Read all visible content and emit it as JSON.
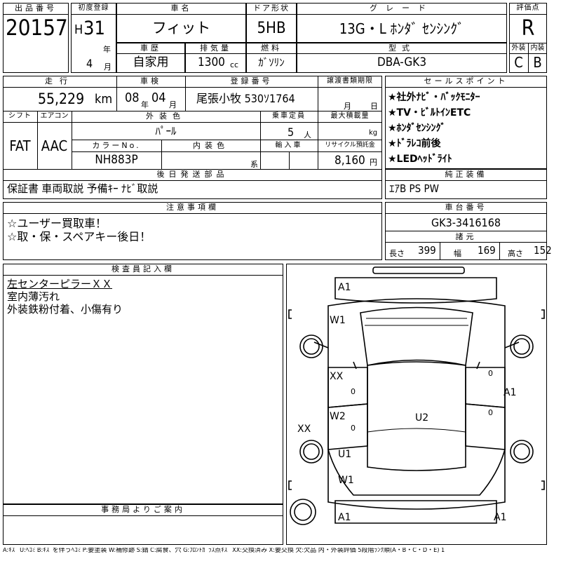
{
  "header": {
    "lot_no_label": "出品番号",
    "lot_no": "20157",
    "first_reg_label": "初度登録",
    "era": "H",
    "year": "31",
    "year_unit": "年",
    "month": "4",
    "month_unit": "月",
    "car_name_label": "車名",
    "car_name": "フィット",
    "door_label": "ドア形状",
    "door": "5HB",
    "grade_label": "グレード",
    "grade": "13G・L ﾎﾝﾀﾞ ｾﾝｼﾝｸﾞ",
    "score_label": "評価点",
    "score": "R",
    "history_label": "車歴",
    "history": "自家用",
    "displacement_label": "排気量",
    "displacement": "1300",
    "displacement_unit": "cc",
    "fuel_label": "燃料",
    "fuel": "ｶﾞｿﾘﾝ",
    "model_label": "型式",
    "model": "DBA-GK3",
    "ext_grade_label": "外装",
    "ext_grade": "C",
    "int_grade_label": "内装",
    "int_grade": "B"
  },
  "row2": {
    "mileage_label": "走行",
    "mileage": "55,229",
    "mileage_unit": "km",
    "inspection_label": "車検",
    "insp_year": "08",
    "insp_year_unit": "年",
    "insp_month": "04",
    "insp_month_unit": "月",
    "reg_no_label": "登録番号",
    "reg_no": "尾張小牧 530ｿ1764",
    "transfer_label": "譲渡書類期限",
    "transfer_month": "月",
    "transfer_day": "日",
    "shift_label": "シフト",
    "shift": "FAT",
    "ac_label": "エアコン",
    "ac": "AAC",
    "ext_color_label": "外装色",
    "ext_color": "ﾊﾟｰﾙ",
    "capacity_label": "乗車定員",
    "capacity": "5",
    "capacity_unit": "人",
    "max_load_label": "最大積載量",
    "max_load_unit": "kg",
    "color_no_label": "カラーNo.",
    "color_no": "NH883P",
    "int_color_label": "内装色",
    "int_color_unit": "系",
    "import_label": "輸入車",
    "recycle_label": "リサイクル預託金",
    "recycle": "8,160",
    "recycle_unit": "円",
    "later_parts_label": "後日発送部品",
    "later_parts": "保証書 車両取説 予備ｷｰ ﾅﾋﾞ取説"
  },
  "sales_points": {
    "label": "セールスポイント",
    "items": [
      "★社外ﾅﾋﾞ・ﾊﾞｯｸﾓﾆﾀｰ",
      "★TV・ﾋﾞﾙﾄｲﾝETC",
      "★ﾎﾝﾀﾞｾﾝｼﾝｸﾞ",
      "★ﾄﾞﾗﾚｺ前後",
      "★LEDﾍｯﾄﾞﾗｲﾄ"
    ]
  },
  "equipment": {
    "label": "純正装備",
    "value": "ｴｱB PS PW"
  },
  "caution": {
    "label": "注意事項欄",
    "lines": [
      "☆ユーザー買取車！",
      "☆取・保・スペアキー後日！"
    ]
  },
  "chassis": {
    "label": "車台番号",
    "value": "GK3-3416168",
    "specs_label": "諸元",
    "length_label": "長さ",
    "length": "399",
    "width_label": "幅",
    "width": "169",
    "height_label": "高さ",
    "height": "152"
  },
  "inspector": {
    "label": "検査員記入欄",
    "lines": [
      "左センターピラーＸＸ",
      "室内薄汚れ",
      "外装鉄粉付着、小傷有り"
    ]
  },
  "office": {
    "label": "事務局よりご案内"
  },
  "diagram": {
    "marks": {
      "front_bumper": "A1",
      "windshield": "W1",
      "left_front_door": "XX",
      "left_front_door_0": "0",
      "left_center_pillar": "XX",
      "left_rear_door_0": "0",
      "rear_glass": "W2",
      "roof": "U2",
      "right_front_door_0": "0",
      "right_front_door": "A1",
      "right_rear_door_0": "0",
      "trunk": "U1",
      "rear_window": "W1",
      "rear_bumper_left": "A1",
      "rear_bumper_right": "A1"
    }
  },
  "footer": {
    "legend": "A:ｷｽﾞ U:ﾍｺﾐ B:ｷｽﾞを伴うﾍｺﾐ P:要塗装 W:補修跡 S:錆 C:腐食、穴 G:ﾌﾛﾝﾄｶﾞﾗｽ点ｷｽﾞ XX:交換済み X:要交換 欠:欠品 内・外装評価 5段階ﾗﾝｸ順(A・B・C・D・E) 1"
  }
}
